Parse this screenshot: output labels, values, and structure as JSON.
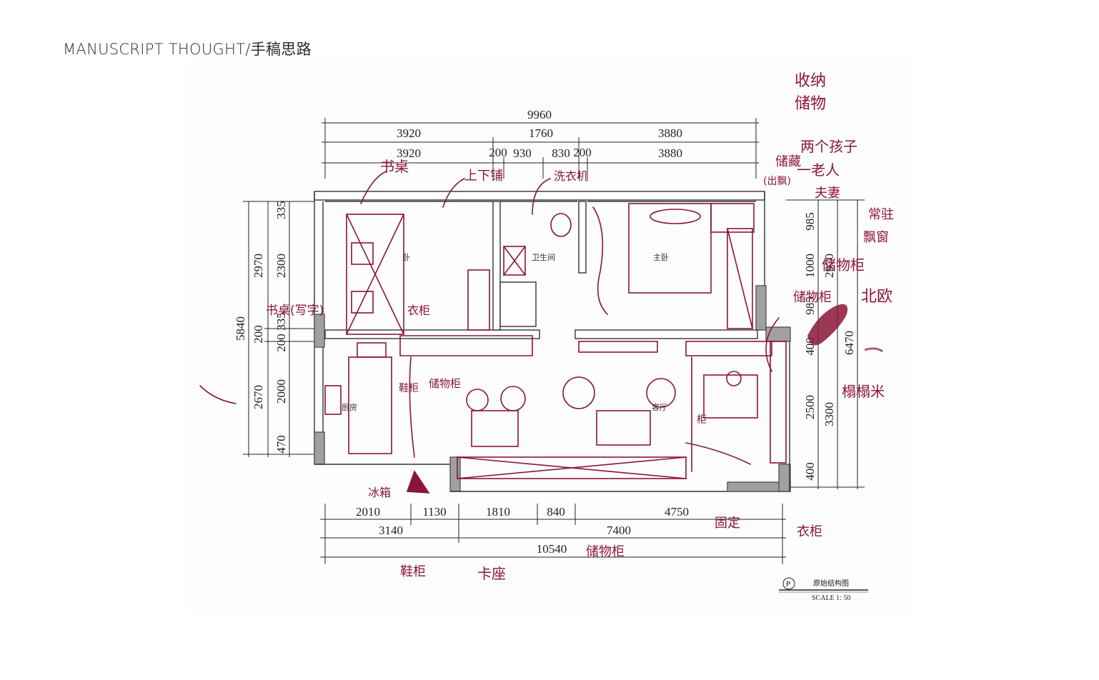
{
  "title": "MANUSCRIPT THOUGHT/手稿思路",
  "colors": {
    "ink": "#8a1538",
    "wall": "#a0a0a0",
    "line": "#222222"
  },
  "dimensions": {
    "top_total": "9960",
    "top_row1": [
      "3920",
      "1760",
      "3880"
    ],
    "top_row2": [
      "3920",
      "200",
      "930",
      "830",
      "200",
      "3880"
    ],
    "left_total": "5840",
    "left_row1": [
      "2970",
      "200",
      "2670"
    ],
    "left_row2": [
      "335",
      "2300",
      "335",
      "200",
      "2000",
      "470"
    ],
    "bottom_row1": [
      "2010",
      "1130",
      "1810",
      "840",
      "4750"
    ],
    "bottom_row2": [
      "3140",
      "7400"
    ],
    "bottom_total": "10540",
    "right_row1": [
      "985",
      "1000",
      "985",
      "400",
      "2500",
      "400"
    ],
    "right_row2": [
      "2970",
      "3300"
    ],
    "right_total": "6470"
  },
  "rooms": {
    "bedroom": "卧",
    "bathroom": "卫生间",
    "master": "主卧",
    "kitchen": "厨房",
    "living": "客厅"
  },
  "notes": {
    "n1": "收纳",
    "n2": "储物",
    "n3": "两个孩子",
    "n4": "一老人",
    "n5": "夫妻",
    "n6": "书桌",
    "n7": "上下铺",
    "n8": "洗衣机",
    "n9": "储藏",
    "n10": "(出飘)",
    "n11": "常驻",
    "n12": "飘窗",
    "n13": "储物柜",
    "n14": "储物柜",
    "n15": "北欧",
    "n16": "衣柜",
    "n17": "鞋柜",
    "n18": "储物柜",
    "n19": "柜",
    "n20": "榻榻米",
    "n21": "冰箱",
    "n22": "鞋柜",
    "n23": "卡座",
    "n24": "储物柜",
    "n25": "固定",
    "n26": "衣柜",
    "n27": "书桌(写字)"
  },
  "legend": {
    "badge": "P",
    "title": "原始结构图",
    "scale": "SCALE 1: 50"
  }
}
